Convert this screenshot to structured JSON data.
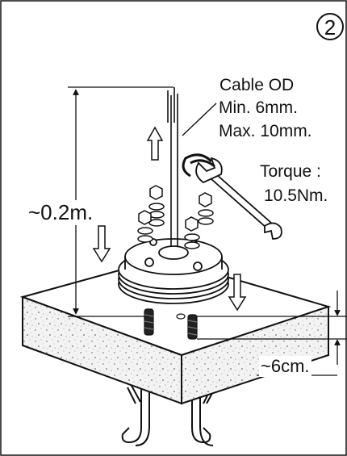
{
  "step_number": "2",
  "cable": {
    "title": "Cable OD",
    "min": "Min. 6mm.",
    "max": "Max. 10mm."
  },
  "torque": {
    "label": "Torque :",
    "value": "10.5Nm."
  },
  "dimensions": {
    "height": "~0.2m.",
    "depth": "~6cm."
  },
  "colors": {
    "ink": "#111111",
    "slab_edge": "#f2f2f2",
    "background": "#ffffff"
  }
}
